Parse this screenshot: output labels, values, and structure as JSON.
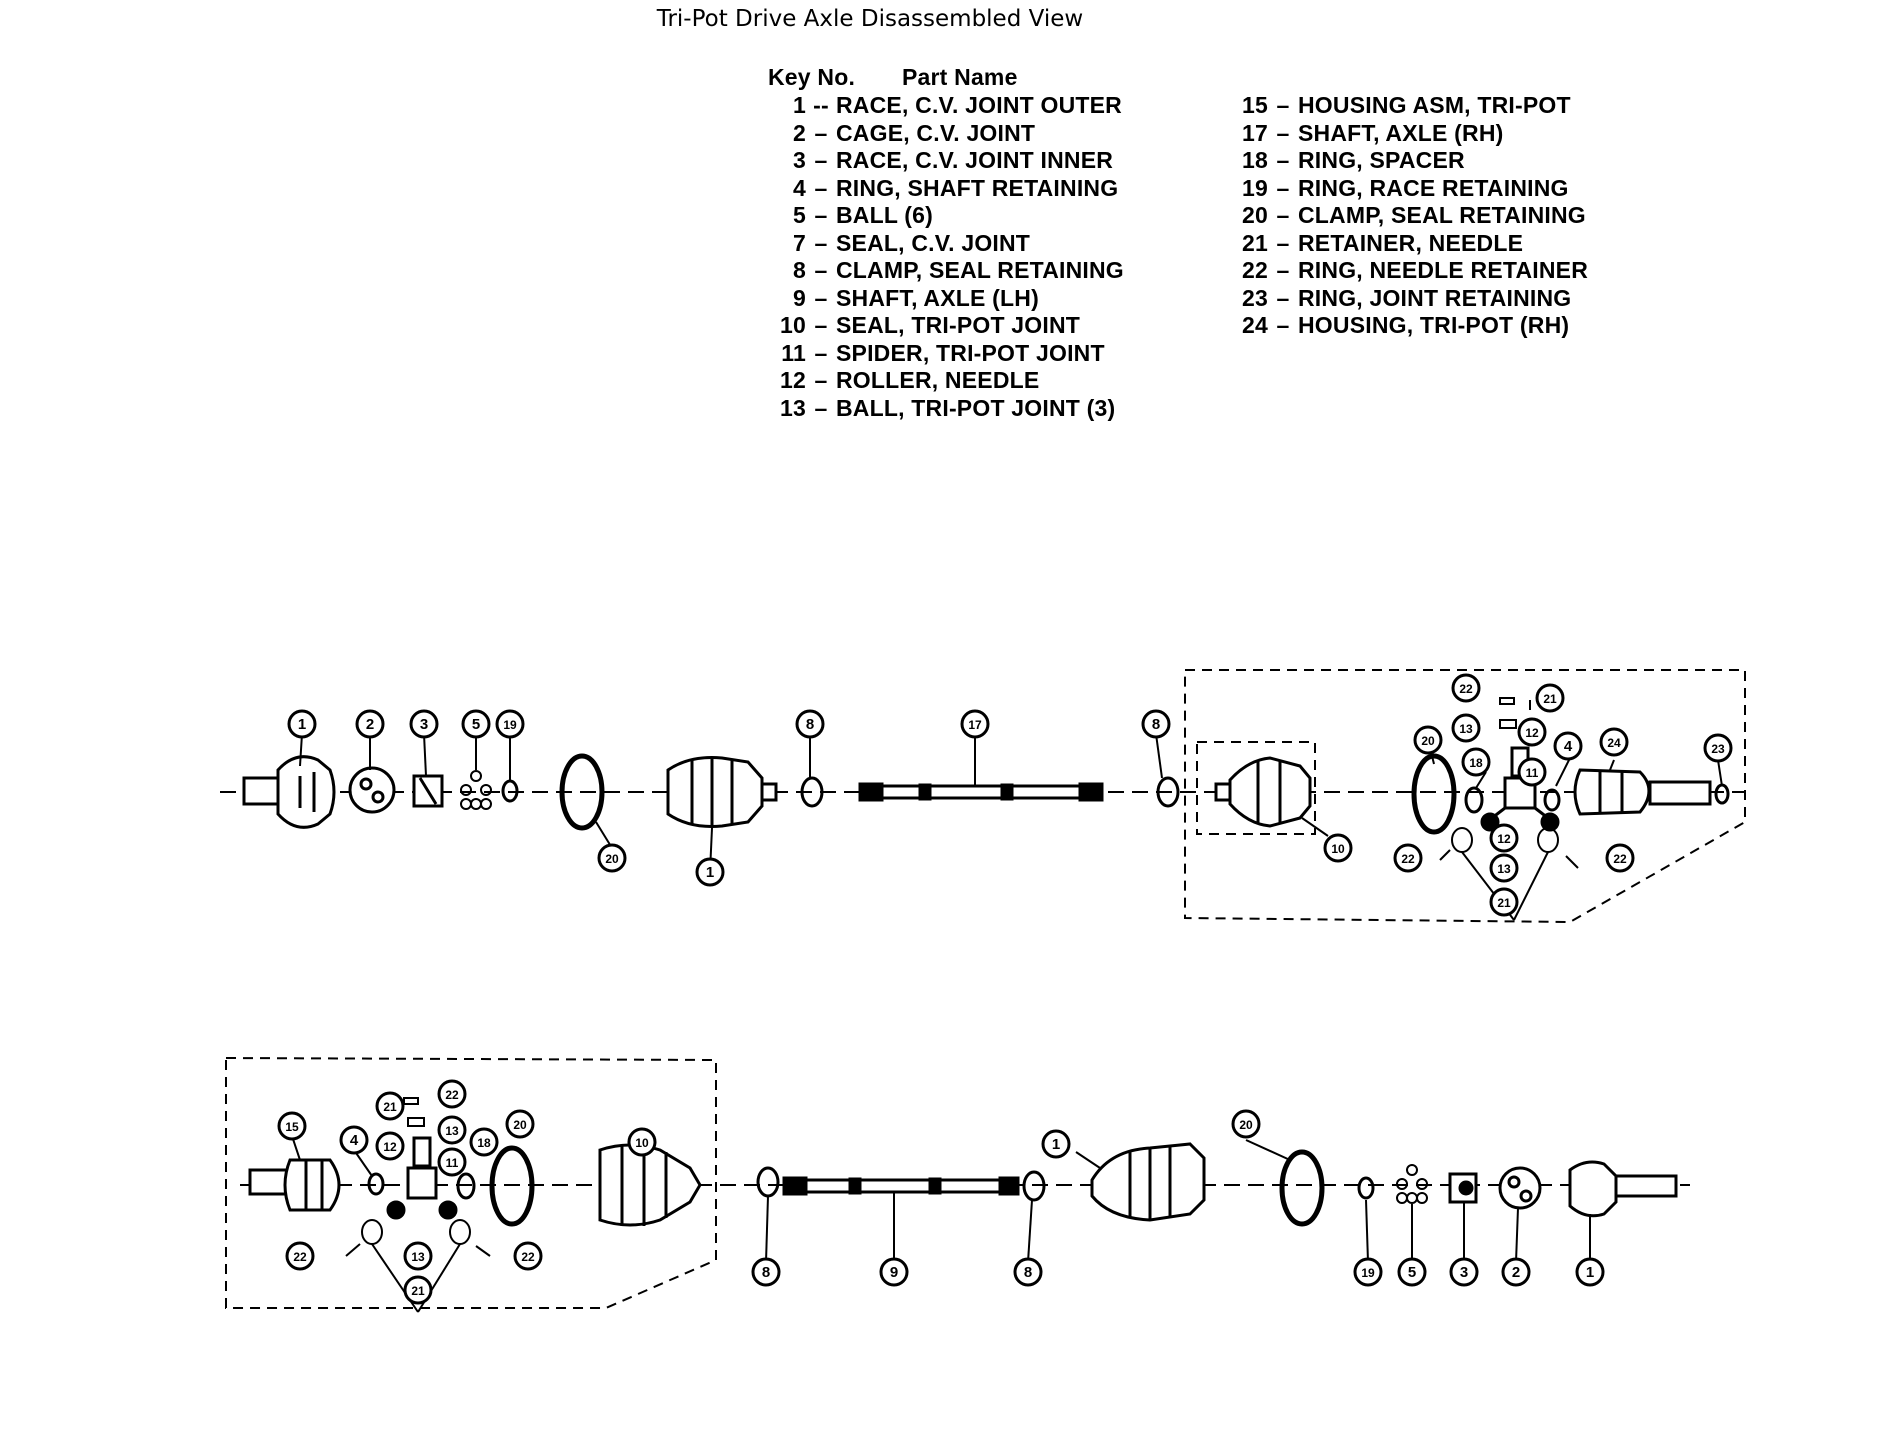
{
  "title": "Tri-Pot Drive Axle Disassembled View",
  "key": {
    "col_key": "Key No.",
    "col_part": "Part Name",
    "left": [
      {
        "no": "1",
        "sep": "--",
        "name": "RACE, C.V. JOINT OUTER"
      },
      {
        "no": "2",
        "sep": "–",
        "name": "CAGE, C.V. JOINT"
      },
      {
        "no": "3",
        "sep": "–",
        "name": "RACE, C.V. JOINT INNER"
      },
      {
        "no": "4",
        "sep": "–",
        "name": "RING, SHAFT RETAINING"
      },
      {
        "no": "5",
        "sep": "–",
        "name": "BALL (6)"
      },
      {
        "no": "7",
        "sep": "–",
        "name": "SEAL, C.V. JOINT"
      },
      {
        "no": "8",
        "sep": "–",
        "name": "CLAMP, SEAL RETAINING"
      },
      {
        "no": "9",
        "sep": "–",
        "name": "SHAFT, AXLE (LH)"
      },
      {
        "no": "10",
        "sep": "–",
        "name": "SEAL, TRI-POT JOINT"
      },
      {
        "no": "11",
        "sep": "–",
        "name": "SPIDER, TRI-POT JOINT"
      },
      {
        "no": "12",
        "sep": "–",
        "name": "ROLLER, NEEDLE"
      },
      {
        "no": "13",
        "sep": "–",
        "name": "BALL, TRI-POT JOINT (3)"
      }
    ],
    "right": [
      {
        "no": "15",
        "sep": "–",
        "name": "HOUSING ASM, TRI-POT"
      },
      {
        "no": "17",
        "sep": "–",
        "name": "SHAFT, AXLE (RH)"
      },
      {
        "no": "18",
        "sep": "–",
        "name": "RING, SPACER"
      },
      {
        "no": "19",
        "sep": "–",
        "name": "RING, RACE RETAINING"
      },
      {
        "no": "20",
        "sep": "–",
        "name": "CLAMP, SEAL RETAINING"
      },
      {
        "no": "21",
        "sep": "–",
        "name": "RETAINER, NEEDLE"
      },
      {
        "no": "22",
        "sep": "–",
        "name": "RING, NEEDLE RETAINER"
      },
      {
        "no": "23",
        "sep": "–",
        "name": "RING, JOINT RETAINING"
      },
      {
        "no": "24",
        "sep": "–",
        "name": "HOUSING, TRI-POT (RH)"
      }
    ]
  },
  "callouts": {
    "top": [
      "1",
      "2",
      "3",
      "5",
      "19",
      "20",
      "1",
      "8",
      "17",
      "8",
      "10",
      "22",
      "21",
      "13",
      "12",
      "20",
      "18",
      "4",
      "11",
      "24",
      "23",
      "12",
      "22",
      "13",
      "22",
      "21"
    ],
    "bottom": [
      "15",
      "4",
      "12",
      "21",
      "22",
      "13",
      "18",
      "11",
      "20",
      "10",
      "22",
      "13",
      "22",
      "21",
      "8",
      "9",
      "8",
      "1",
      "20",
      "19",
      "5",
      "3",
      "2",
      "1"
    ]
  }
}
